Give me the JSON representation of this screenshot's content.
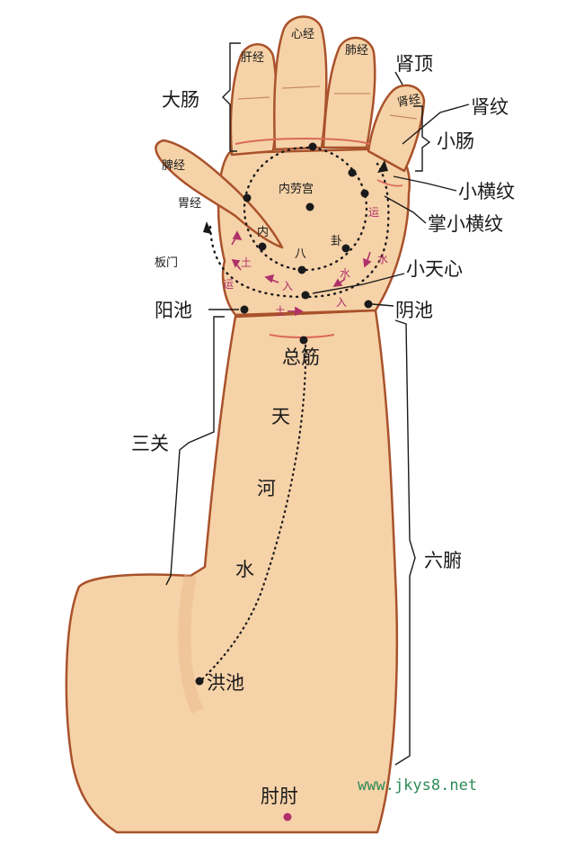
{
  "labels": {
    "gan_jing": "肝经",
    "xin_jing": "心经",
    "fei_jing": "肺经",
    "shen_ding": "肾顶",
    "shen_jing": "肾经",
    "shen_wen": "肾纹",
    "da_chang": "大肠",
    "xiao_chang": "小肠",
    "pi_jing": "脾经",
    "wei_jing": "胃经",
    "nei_lao_gong": "内劳宫",
    "xiao_heng_wen": "小横纹",
    "zhang_xiao_heng_wen": "掌小横纹",
    "ban_men": "板门",
    "xiao_tian_xin": "小天心",
    "yang_chi": "阳池",
    "yin_chi": "阴池",
    "zong_jin": "总筋",
    "tian": "天",
    "he": "河",
    "shui": "水",
    "san_guan": "三关",
    "liu_fu": "六腑",
    "hong_chi": "洪池",
    "dou_zhou": "肘肘",
    "ba": "八",
    "gua": "卦",
    "nei": "内",
    "yun_right": "运",
    "yun_left": "运",
    "tu_left": "土",
    "tu_bottom": "土",
    "ru_left": "入",
    "ru_right": "入",
    "shui_upper": "水",
    "shui_lower": "水",
    "watermark": "www.jkys8.net"
  },
  "colors": {
    "skin": "#f6d2a8",
    "skin_light": "#fbe4c8",
    "outline": "#a9522b",
    "crease": "#d96a5a",
    "dot": "#1a1a1a",
    "arrow_pink": "#b0306a",
    "watermark": "#2e8b57"
  }
}
